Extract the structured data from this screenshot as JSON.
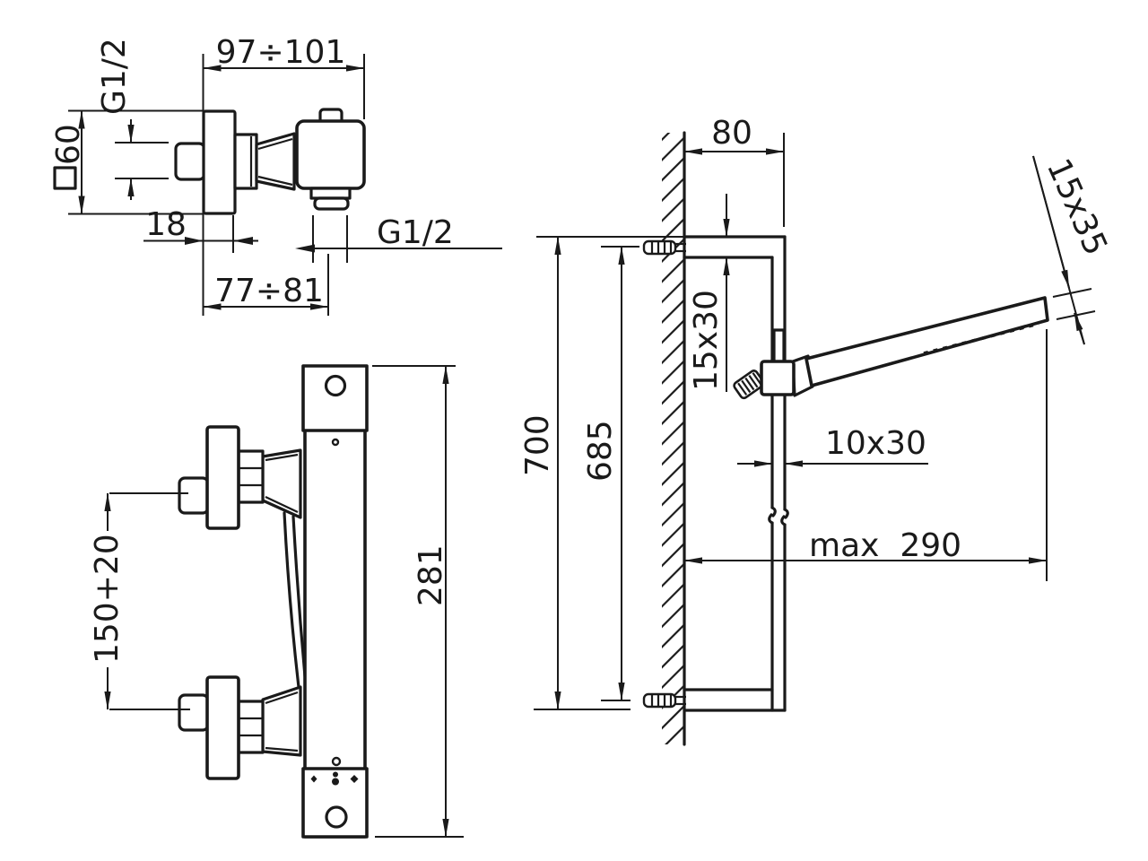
{
  "drawing_title": "thermostatic-shower-mixer-dimensional-drawing",
  "colors": {
    "background": "#ffffff",
    "line": "#1a1a1a"
  },
  "side_view": {
    "dim_width_top": "97÷101",
    "dim_thread_inlet": "G1/2",
    "dim_flange": "60",
    "dim_plate_depth": "18",
    "dim_width_bottom": "77÷81",
    "dim_thread_outlet": "G1/2"
  },
  "front_view": {
    "dim_inlet_spacing": "150+20",
    "dim_height": "281"
  },
  "install_view": {
    "dim_wall_offset": "80",
    "dim_handset_section": "15x35",
    "dim_bracket_section": "15x30",
    "dim_rail_total": "700",
    "dim_fixing_span": "685",
    "dim_rail_section": "10x30",
    "dim_max_reach": "max  290"
  }
}
